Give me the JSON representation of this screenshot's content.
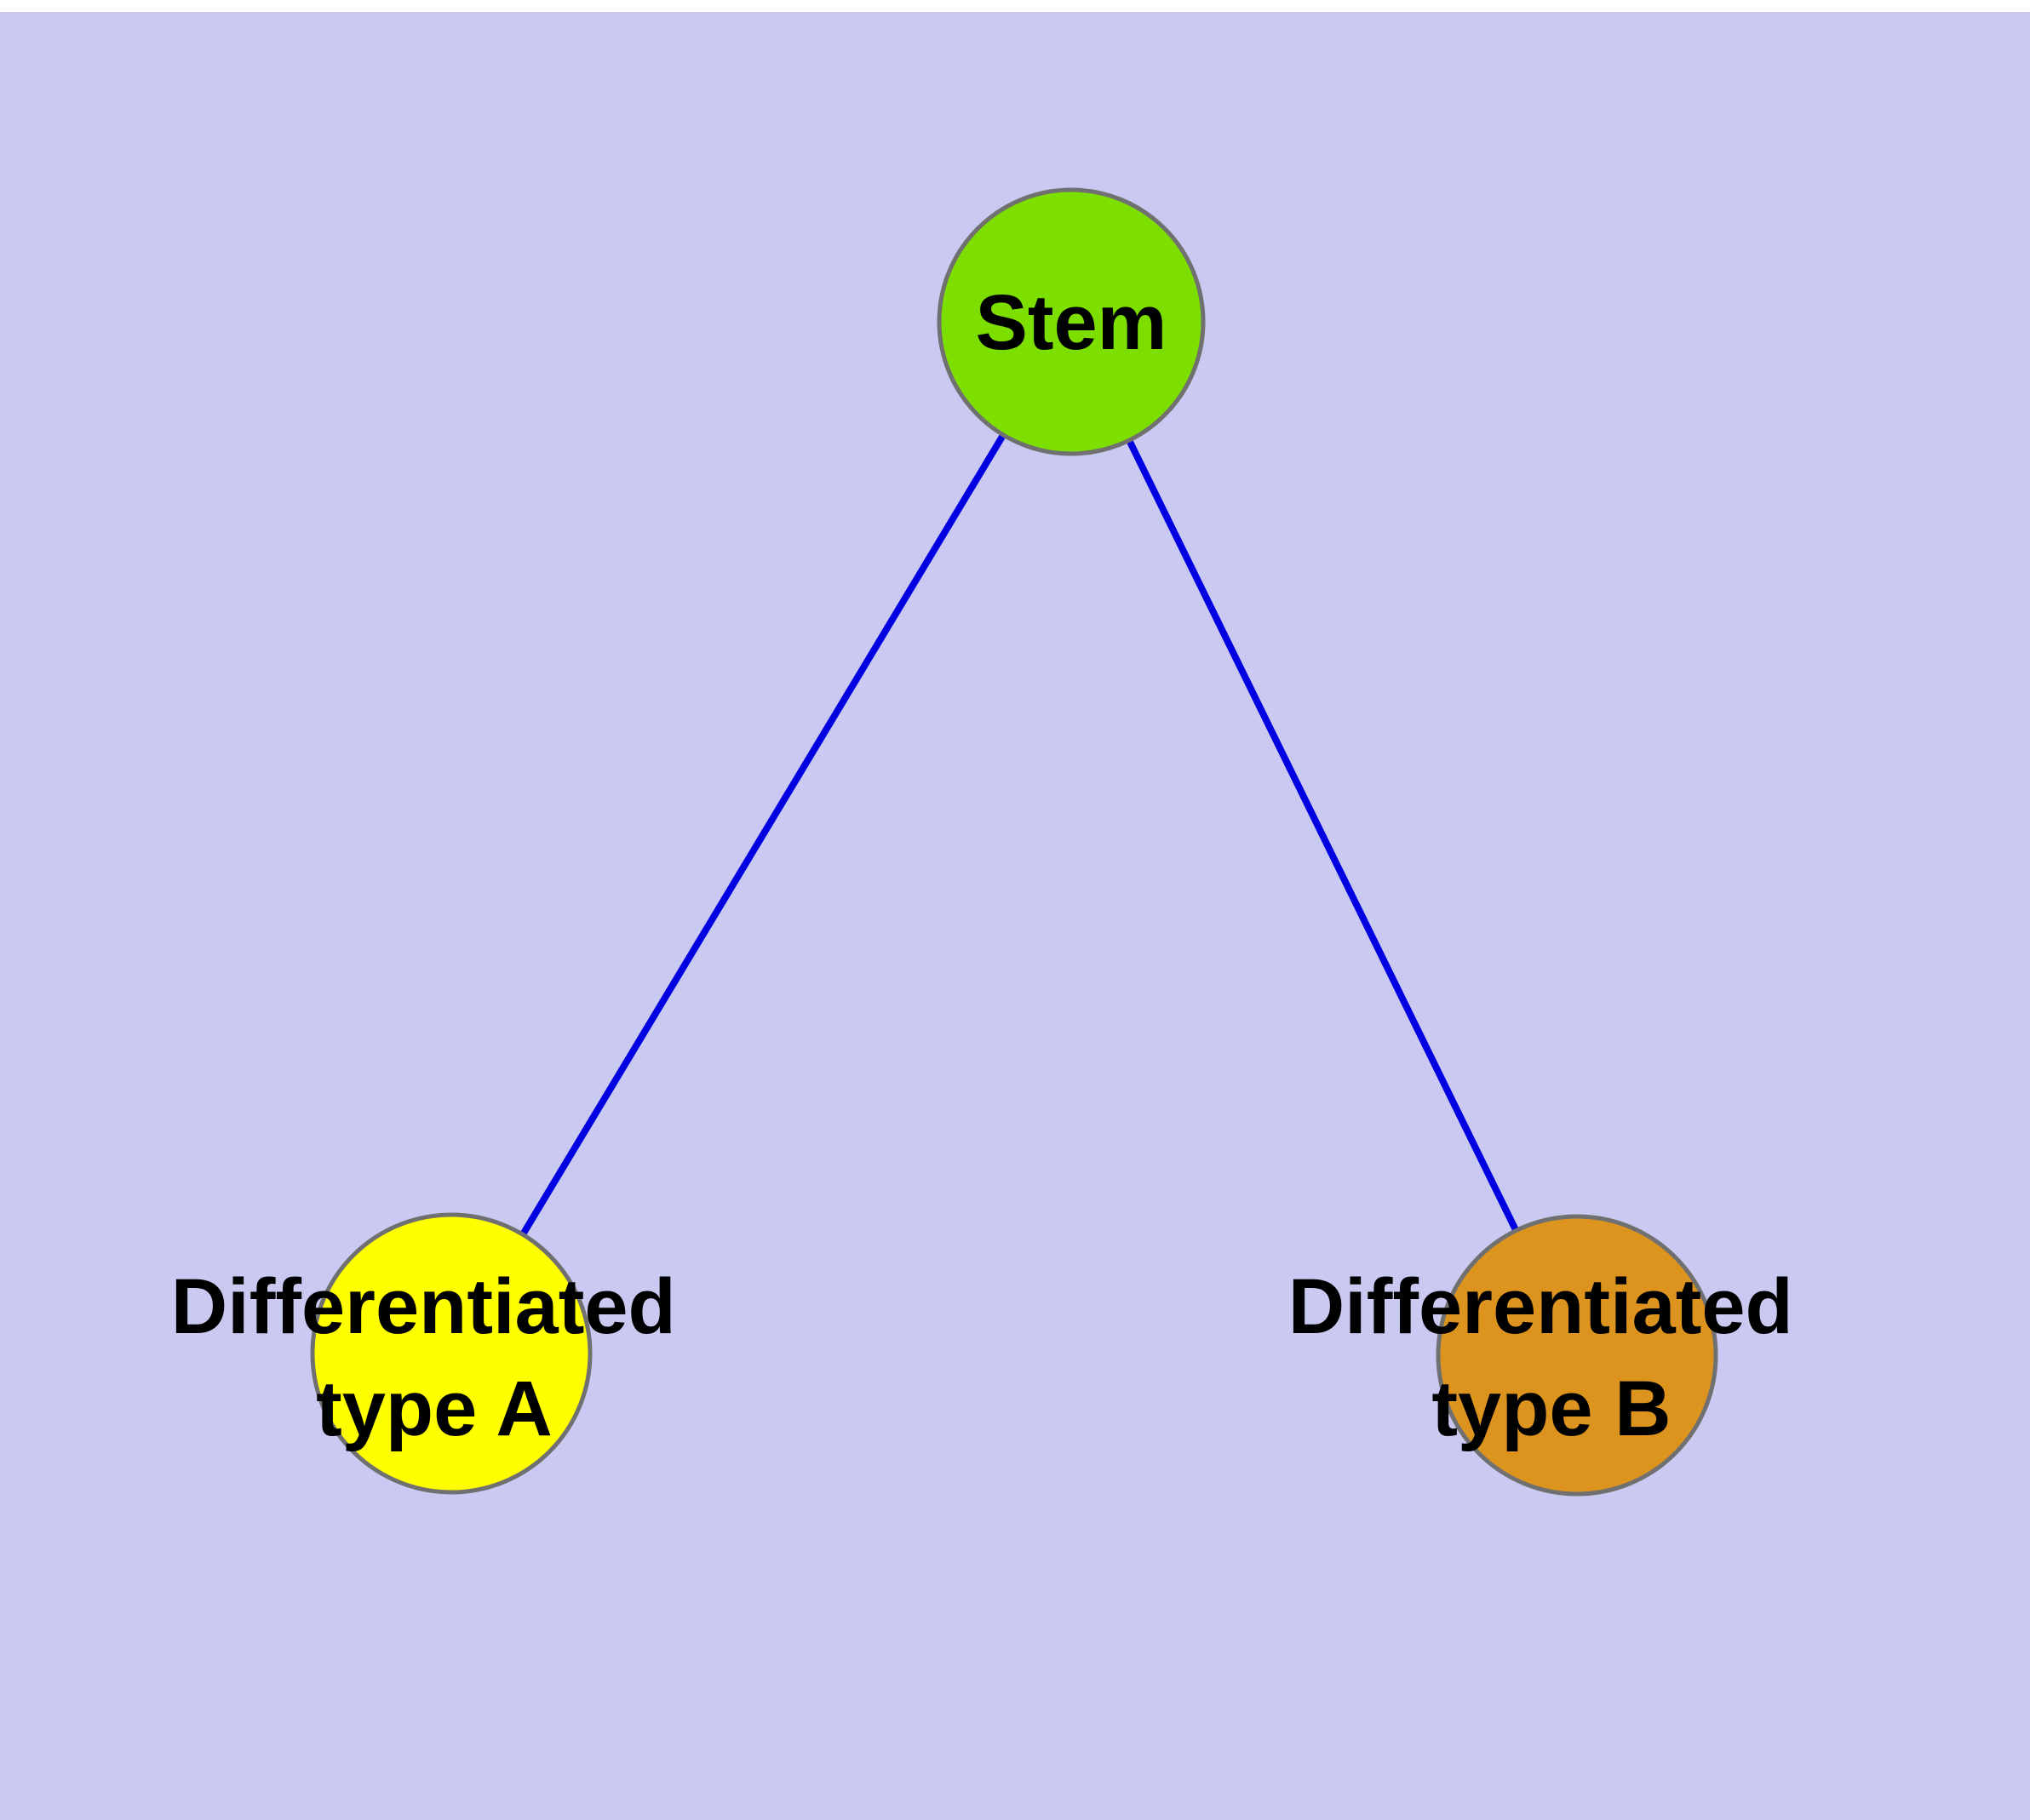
{
  "canvas": {
    "background_color": "#c9c9f1",
    "top_strip_color": "#ffffff"
  },
  "diagram": {
    "text_color": "#000000",
    "node_stroke_color": "#707070",
    "edge_color": "#0000e0",
    "nodes": {
      "stem": {
        "label": "Stem",
        "fill": "#7cdf00"
      },
      "type_a": {
        "label_line1": "Differentiated",
        "label_line2": "type A",
        "fill": "#ffff00"
      },
      "type_b": {
        "label_line1": "Differentiated",
        "label_line2": "type B",
        "fill": "#dd941e"
      }
    },
    "edges": [
      {
        "from": "stem",
        "to": "type_a"
      },
      {
        "from": "stem",
        "to": "type_b"
      }
    ]
  }
}
